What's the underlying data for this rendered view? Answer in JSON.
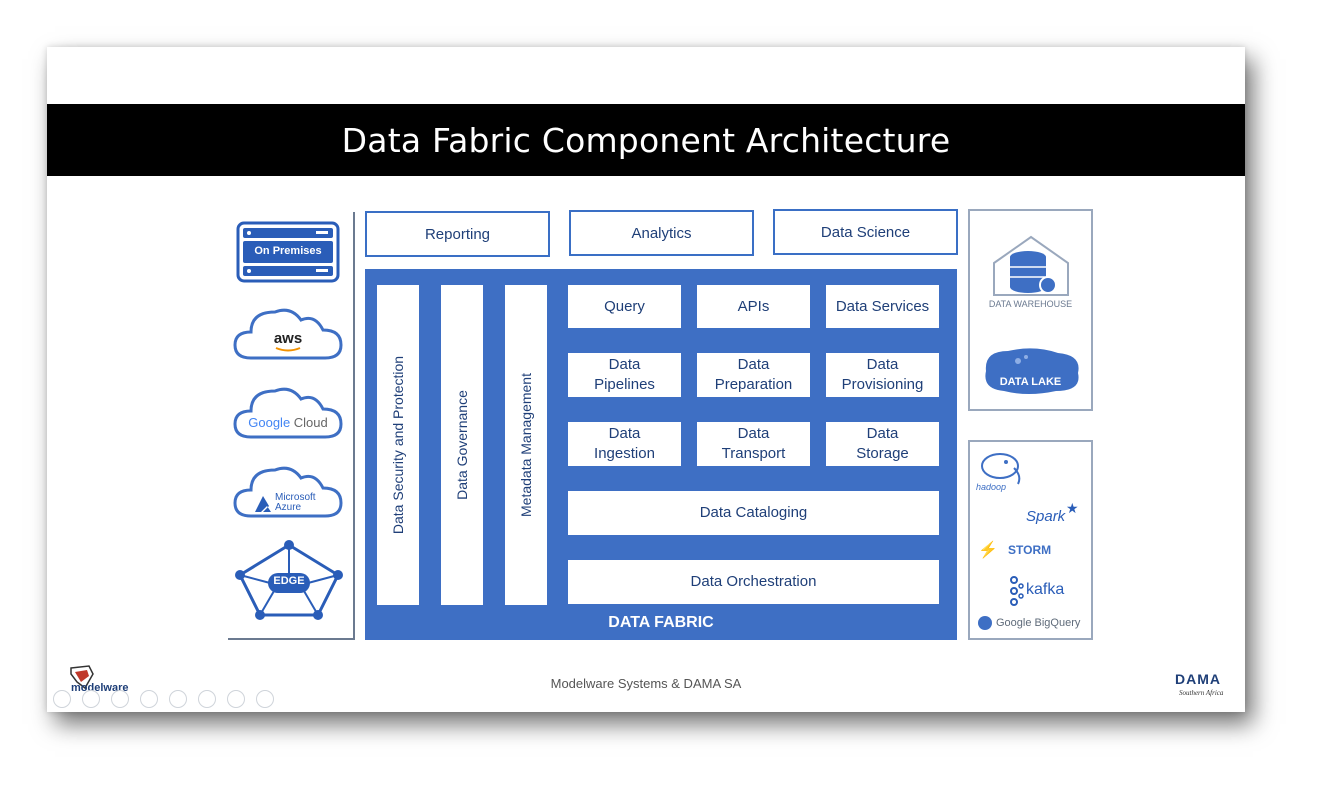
{
  "slide": {
    "title": "Data Fabric Component Architecture",
    "footer": "Modelware Systems & DAMA SA"
  },
  "consumers": [
    "Reporting",
    "Analytics",
    "Data Science"
  ],
  "sources": {
    "on_premises": "On Premises",
    "aws": "aws",
    "google_cloud_a": "Google",
    "google_cloud_b": " Cloud",
    "azure_a": "Microsoft",
    "azure_b": "Azure",
    "edge": "EDGE"
  },
  "fabric": {
    "label": "DATA FABRIC",
    "vertical": [
      "Data Security and Protection",
      "Data Governance",
      "Metadata Management"
    ],
    "grid": [
      [
        "Query",
        "APIs",
        "Data Services"
      ],
      [
        "Data\nPipelines",
        "Data\nPreparation",
        "Data\nProvisioning"
      ],
      [
        "Data\nIngestion",
        "Data\nTransport",
        "Data\nStorage"
      ]
    ],
    "cataloging": "Data Cataloging",
    "orchestration": "Data Orchestration"
  },
  "storage": {
    "warehouse": "DATA WAREHOUSE",
    "lake": "DATA LAKE"
  },
  "tools": {
    "hadoop": "hadoop",
    "spark": "Spark",
    "storm": "STORM",
    "kafka": "kafka",
    "bigquery": "Google BigQuery"
  },
  "logos": {
    "modelware": "modelware",
    "dama": "DAMA",
    "dama_sub": "Southern Africa"
  },
  "colors": {
    "fabric_blue": "#3e6fc4",
    "text_blue": "#1f3f78",
    "title_bg": "#000000"
  }
}
